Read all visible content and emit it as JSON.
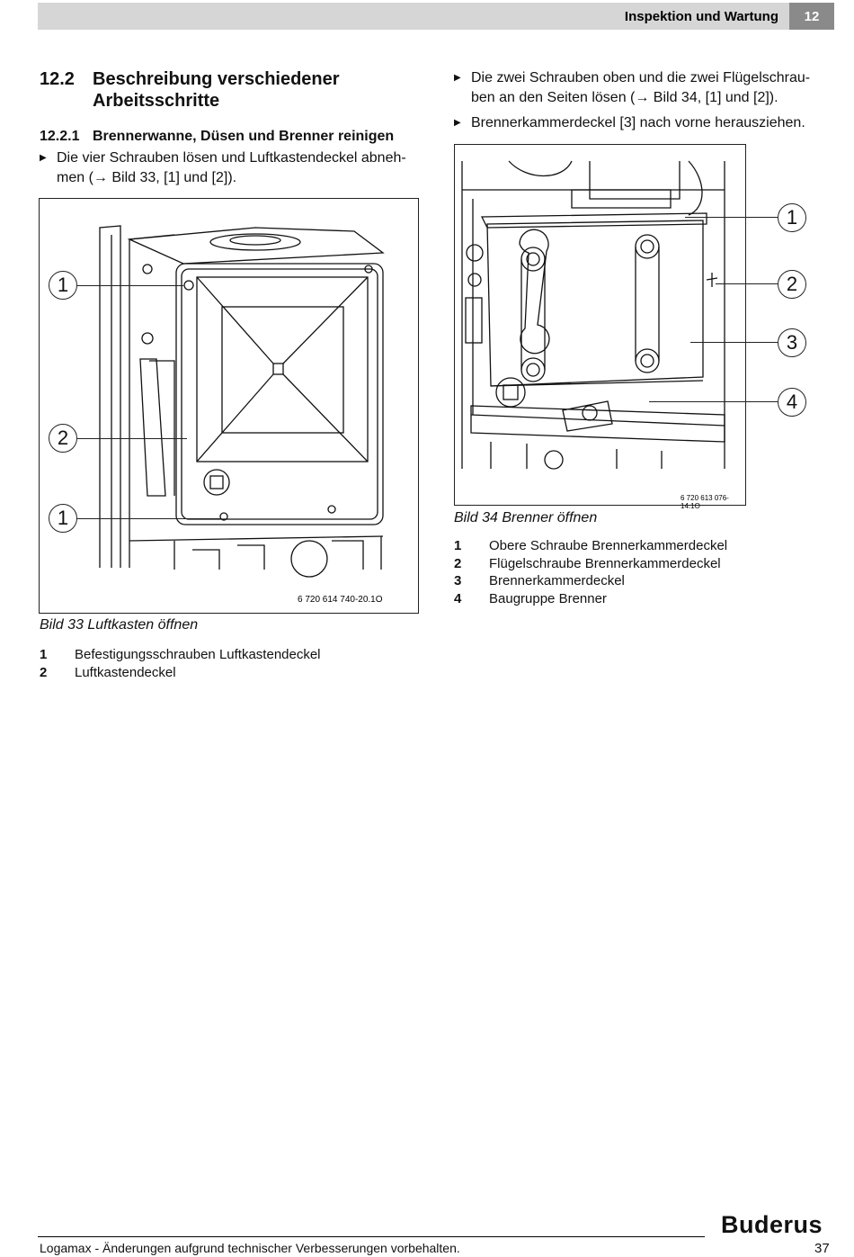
{
  "header": {
    "title": "Inspektion und Wartung",
    "chapter": "12"
  },
  "section": {
    "number": "12.2",
    "title": "Beschreibung verschiedener Arbeitsschritte"
  },
  "subsection": {
    "number": "12.2.1",
    "title": "Brennerwanne, Düsen und Brenner reinigen"
  },
  "steps": [
    {
      "bullet": "▶",
      "text1": "Die vier Schrauben lösen und Luftkastendeckel abneh-",
      "text2": "men (→ Bild 33, [1] und [2])."
    },
    {
      "bullet": "▶",
      "text1": "Die zwei Schrauben oben und die zwei Flügelschrau-",
      "text2": "ben an den Seiten lösen (→ Bild 34, [1] und [2])."
    },
    {
      "bullet": "▶",
      "text1": "Brennerkammerdeckel [3] nach vorne herausziehen."
    }
  ],
  "figure33": {
    "ref": "6 720 614 740-20.1O",
    "caption": "Bild 33  Luftkasten öffnen",
    "callouts": [
      "1",
      "2",
      "1"
    ],
    "legend": [
      {
        "n": "1",
        "t": "Befestigungsschrauben Luftkastendeckel"
      },
      {
        "n": "2",
        "t": "Luftkastendeckel"
      }
    ]
  },
  "figure34": {
    "ref": "6 720 613 076-14.1O",
    "caption": "Bild 34  Brenner öffnen",
    "callouts": [
      "1",
      "2",
      "3",
      "4"
    ],
    "legend": [
      {
        "n": "1",
        "t": "Obere Schraube Brennerkammerdeckel"
      },
      {
        "n": "2",
        "t": "Flügelschraube Brennerkammerdeckel"
      },
      {
        "n": "3",
        "t": "Brennerkammerdeckel"
      },
      {
        "n": "4",
        "t": "Baugruppe Brenner"
      }
    ]
  },
  "footer": {
    "text": "Logamax - Änderungen aufgrund technischer Verbesserungen vorbehalten.",
    "page": "37",
    "brand": "Buderus"
  }
}
